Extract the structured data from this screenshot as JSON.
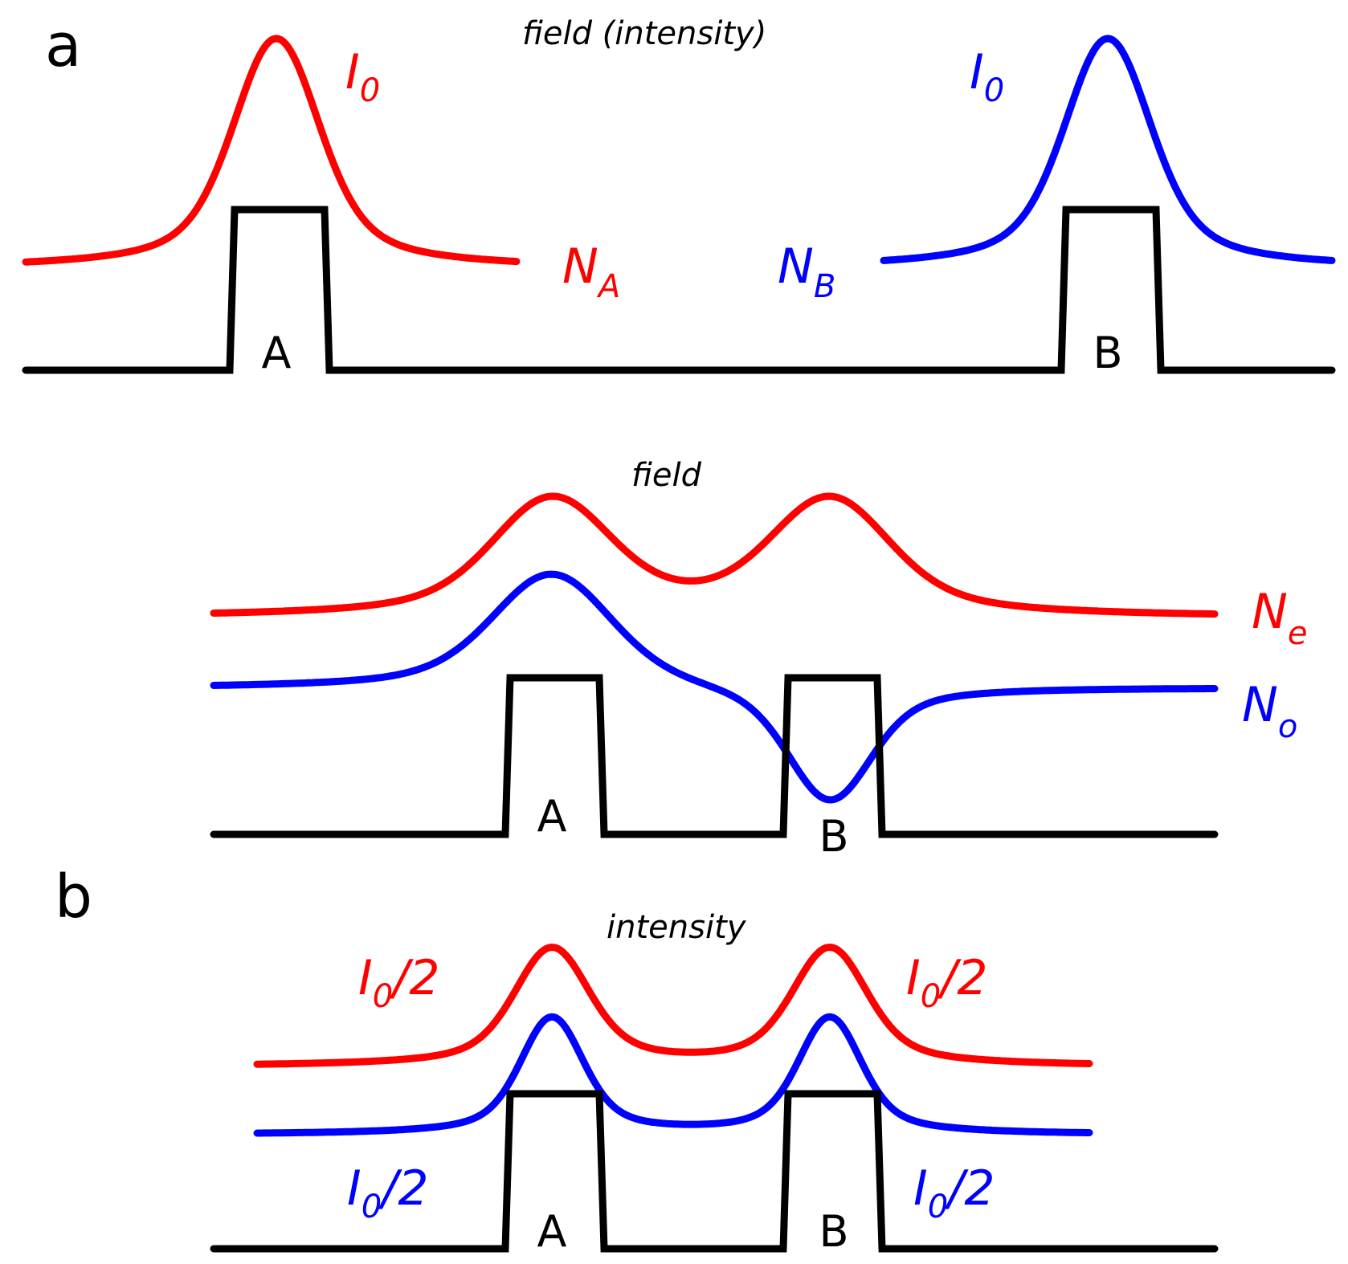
{
  "colors": {
    "red": "#ff0000",
    "blue": "#0000ff",
    "black": "#000000"
  },
  "panel_a": {
    "letter": "a",
    "caption": "field (intensity)",
    "left_intensity": {
      "base": "I",
      "sub": "0"
    },
    "right_intensity": {
      "base": "I",
      "sub": "0"
    },
    "left_mode": {
      "base": "N",
      "sub": "A"
    },
    "right_mode": {
      "base": "N",
      "sub": "B"
    },
    "guide_left": "A",
    "guide_right": "B"
  },
  "panel_field": {
    "caption": "field",
    "even_mode": {
      "base": "N",
      "sub": "e"
    },
    "odd_mode": {
      "base": "N",
      "sub": "o"
    },
    "guide_left": "A",
    "guide_right": "B"
  },
  "panel_b": {
    "letter": "b",
    "caption": "intensity",
    "red_left": {
      "base": "I",
      "sub": "0",
      "tail": "/2"
    },
    "red_right": {
      "base": "I",
      "sub": "0",
      "tail": "/2"
    },
    "blue_left": {
      "base": "I",
      "sub": "0",
      "tail": "/2"
    },
    "blue_right": {
      "base": "I",
      "sub": "0",
      "tail": "/2"
    },
    "guide_left": "A",
    "guide_right": "B"
  }
}
